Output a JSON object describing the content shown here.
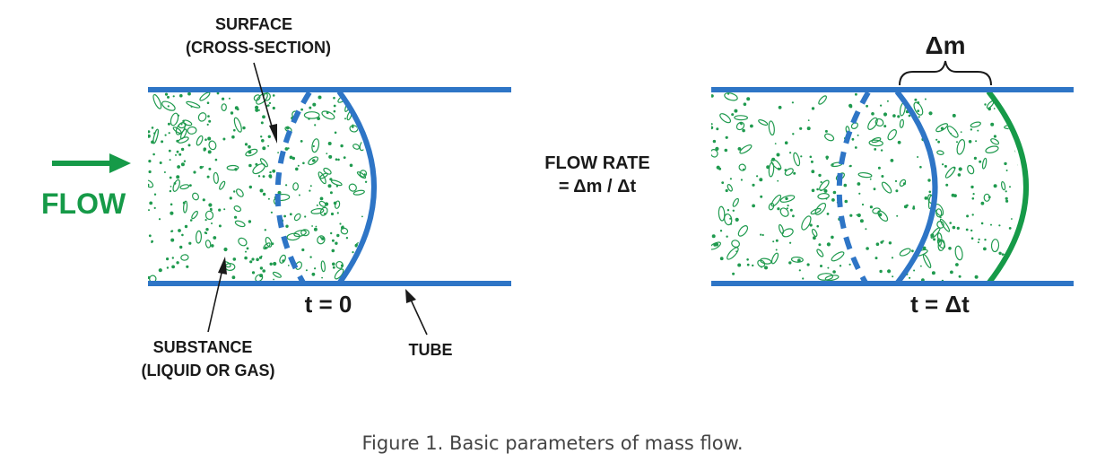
{
  "labels": {
    "surface_line1": "SURFACE",
    "surface_line2": "(CROSS-SECTION)",
    "flow": "FLOW",
    "t0": "t = 0",
    "substance_line1": "SUBSTANCE",
    "substance_line2": "(LIQUID OR GAS)",
    "tube": "TUBE",
    "flow_rate_line1": "FLOW RATE",
    "flow_rate_line2": "= Δm / Δt",
    "delta_m": "Δm",
    "t_dt": "t = Δt"
  },
  "caption": "Figure 1. Basic parameters of mass flow.",
  "colors": {
    "tube_blue": "#2e75c6",
    "flow_green": "#169a48",
    "dot_green": "#1f9a4e",
    "label_dark": "#1a1a1a",
    "caption_gray": "#444444"
  }
}
